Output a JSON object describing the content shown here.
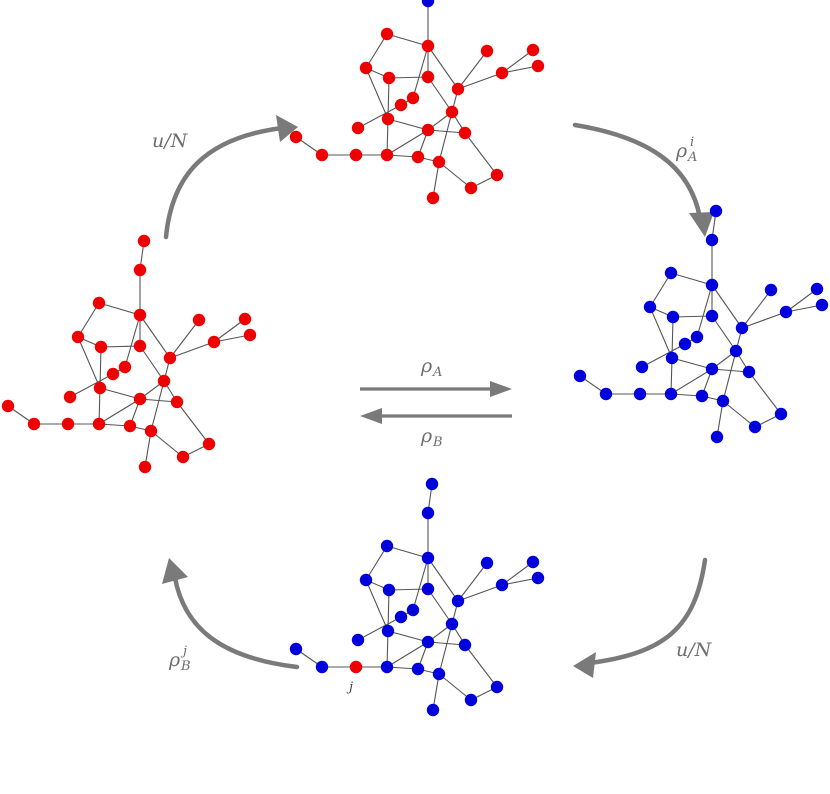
{
  "colors": {
    "state_a": "#ee0000",
    "state_b": "#0000dd",
    "edge": "#555555",
    "arrow": "#7a7a7a"
  },
  "networks": [
    {
      "name": "top-network",
      "mutant": 0,
      "base": "state_a",
      "mutant_color": "state_b",
      "mutant_label": "i"
    },
    {
      "name": "right-network",
      "mutant": -1,
      "base": "state_b",
      "mutant_color": "state_b",
      "mutant_label": ""
    },
    {
      "name": "bottom-network",
      "mutant": 20,
      "base": "state_b",
      "mutant_color": "state_a",
      "mutant_label": "j"
    },
    {
      "name": "left-network",
      "mutant": -1,
      "base": "state_a",
      "mutant_color": "state_a",
      "mutant_label": ""
    }
  ],
  "labels": {
    "top_left": {
      "main": "u/N",
      "sup": "",
      "sub": ""
    },
    "top_right": {
      "main": "ρ",
      "sup": "i",
      "sub": "A"
    },
    "bottom_right": {
      "main": "u/N",
      "sup": "",
      "sub": ""
    },
    "bottom_left": {
      "main": "ρ",
      "sup": "j",
      "sub": "B"
    },
    "center_top": {
      "main": "ρ",
      "sup": "",
      "sub": "A"
    },
    "center_bottom": {
      "main": "ρ",
      "sup": "",
      "sub": "B"
    }
  }
}
